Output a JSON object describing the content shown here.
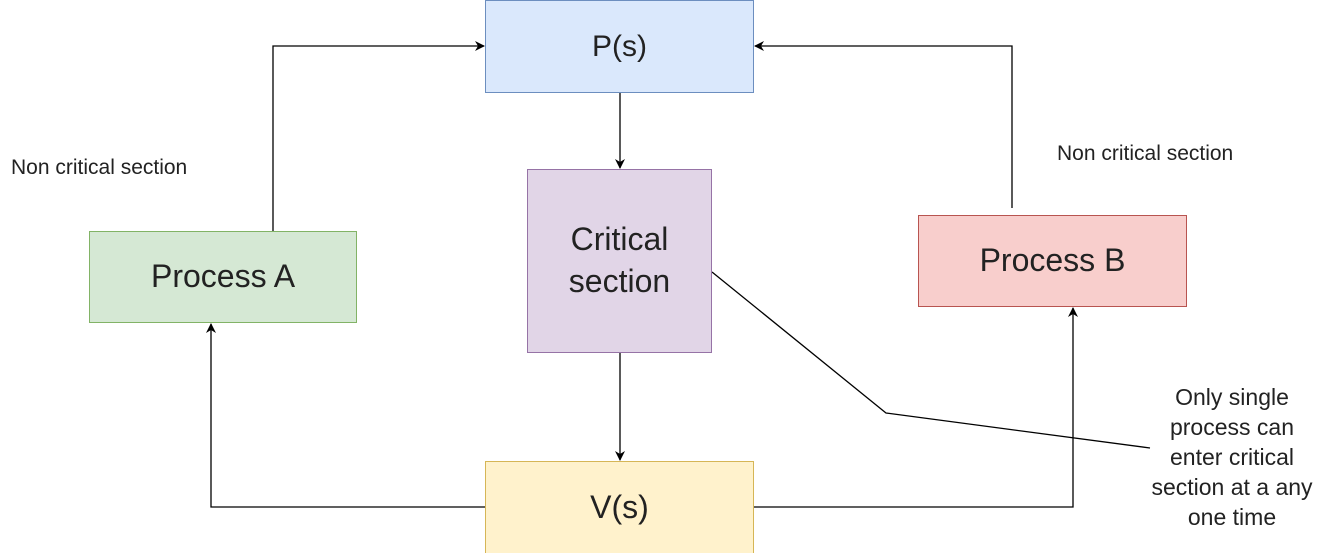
{
  "colors": {
    "ps_fill": "#dae8fc",
    "ps_stroke": "#6c8ebf",
    "cs_fill": "#e1d5e7",
    "cs_stroke": "#9673a6",
    "pa_fill": "#d5e8d4",
    "pa_stroke": "#82b366",
    "pb_fill": "#f8cecc",
    "pb_stroke": "#b85450",
    "vs_fill": "#fff2cc",
    "vs_stroke": "#d6b656",
    "edge": "#000000"
  },
  "nodes": {
    "ps": {
      "label": "P(s)"
    },
    "critical": {
      "line1": "Critical",
      "line2": "section"
    },
    "process_a": {
      "label": "Process A"
    },
    "process_b": {
      "label": "Process B"
    },
    "vs": {
      "label": "V(s)"
    }
  },
  "labels": {
    "non_critical_left": "Non critical section",
    "non_critical_right": "Non critical section"
  },
  "note": {
    "lines": [
      "Only single",
      "process can",
      "enter critical",
      "section at a any",
      "one time"
    ]
  }
}
